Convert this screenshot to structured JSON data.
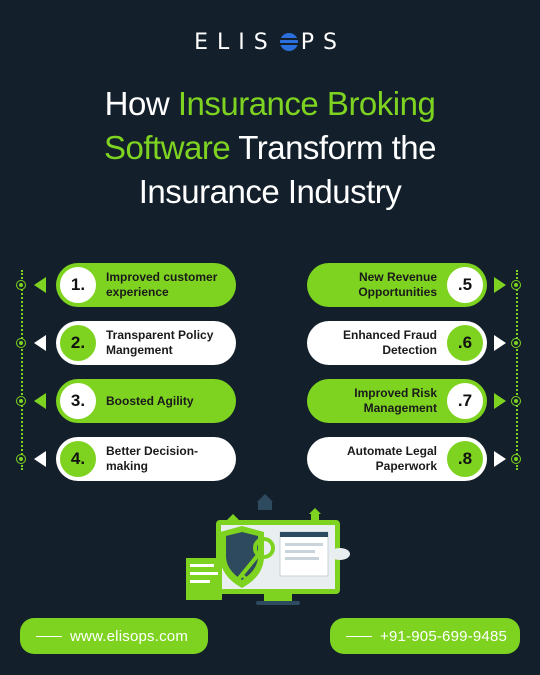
{
  "logo": {
    "text_before": "ELIS",
    "text_after": "PS",
    "icon": "globe-icon"
  },
  "headline": {
    "line1_plain": "How ",
    "line1_highlight": "Insurance Broking",
    "line2_highlight": "Software",
    "line2_plain": " Transform the",
    "line3_plain": "Insurance Industry"
  },
  "colors": {
    "accent": "#7ed321",
    "background": "#13202c",
    "white": "#ffffff"
  },
  "left_items": [
    {
      "number": "1.",
      "label": "Improved customer experience",
      "style": "green"
    },
    {
      "number": "2.",
      "label": "Transparent Policy Mangement",
      "style": "white"
    },
    {
      "number": "3.",
      "label": "Boosted Agility",
      "style": "green"
    },
    {
      "number": "4.",
      "label": "Better Decision-making",
      "style": "white"
    }
  ],
  "right_items": [
    {
      "number": ".5",
      "label": "New Revenue Opportunities",
      "style": "green"
    },
    {
      "number": ".6",
      "label": "Enhanced Fraud Detection",
      "style": "white"
    },
    {
      "number": ".7",
      "label": "Improved Risk Management",
      "style": "green"
    },
    {
      "number": ".8",
      "label": "Automate Legal Paperwork",
      "style": "white"
    }
  ],
  "illustration": {
    "icon": "insurance-software-illustration"
  },
  "footer": {
    "website": "www.elisops.com",
    "phone": "+91-905-699-9485"
  }
}
